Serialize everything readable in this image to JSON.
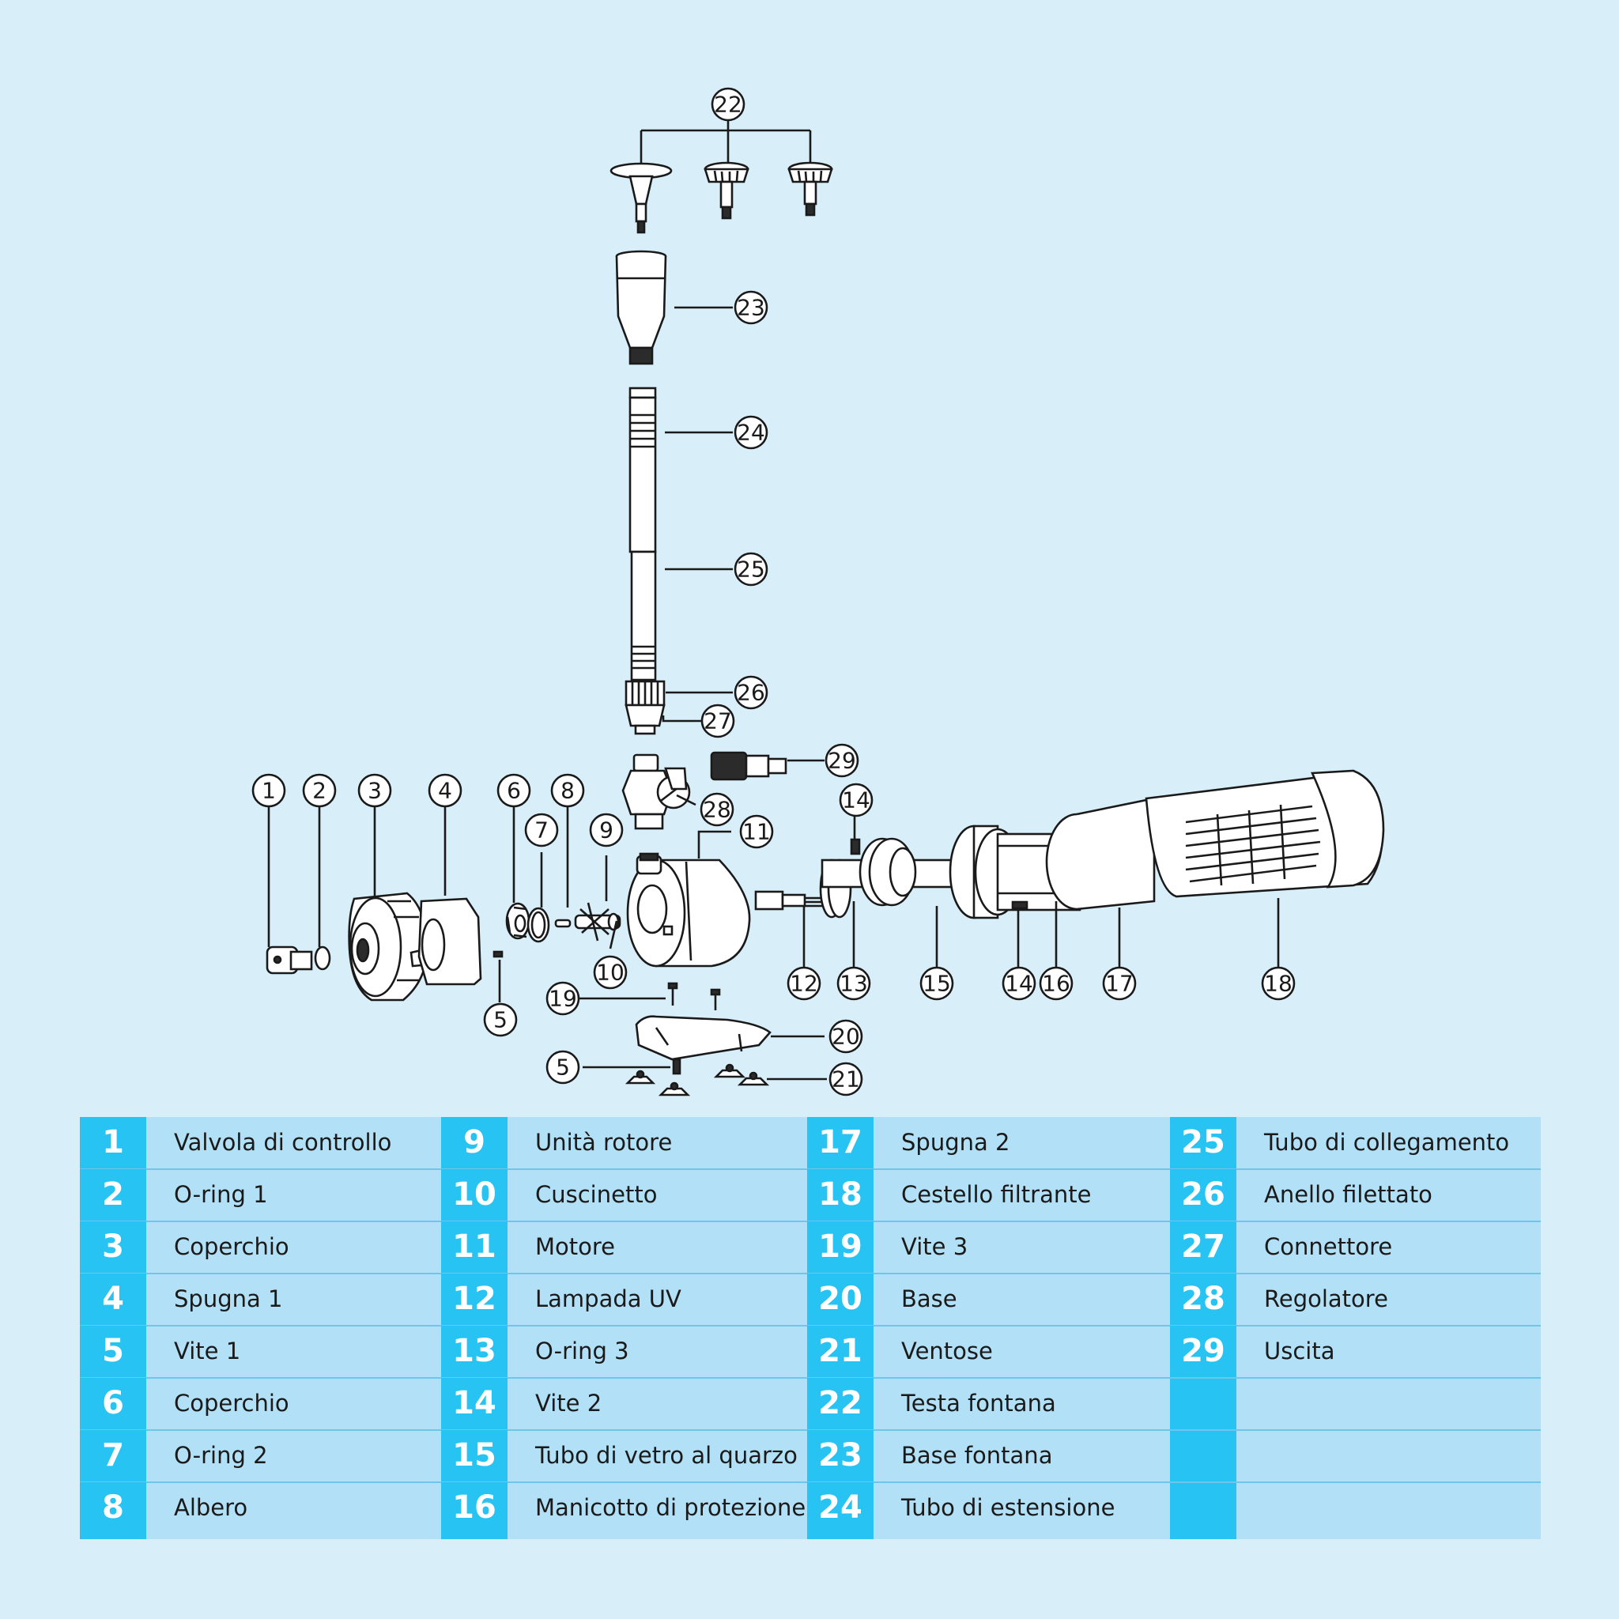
{
  "callouts": [
    {
      "id": "c1",
      "label": "1"
    },
    {
      "id": "c2",
      "label": "2"
    },
    {
      "id": "c3",
      "label": "3"
    },
    {
      "id": "c4",
      "label": "4"
    },
    {
      "id": "c5a",
      "label": "5"
    },
    {
      "id": "c5b",
      "label": "5"
    },
    {
      "id": "c6",
      "label": "6"
    },
    {
      "id": "c7",
      "label": "7"
    },
    {
      "id": "c8",
      "label": "8"
    },
    {
      "id": "c9",
      "label": "9"
    },
    {
      "id": "c10",
      "label": "10"
    },
    {
      "id": "c11",
      "label": "11"
    },
    {
      "id": "c12",
      "label": "12"
    },
    {
      "id": "c13",
      "label": "13"
    },
    {
      "id": "c14a",
      "label": "14"
    },
    {
      "id": "c14b",
      "label": "14"
    },
    {
      "id": "c15",
      "label": "15"
    },
    {
      "id": "c16",
      "label": "16"
    },
    {
      "id": "c17",
      "label": "17"
    },
    {
      "id": "c18",
      "label": "18"
    },
    {
      "id": "c19",
      "label": "19"
    },
    {
      "id": "c20",
      "label": "20"
    },
    {
      "id": "c21",
      "label": "21"
    },
    {
      "id": "c22",
      "label": "22"
    },
    {
      "id": "c23",
      "label": "23"
    },
    {
      "id": "c24",
      "label": "24"
    },
    {
      "id": "c25",
      "label": "25"
    },
    {
      "id": "c26",
      "label": "26"
    },
    {
      "id": "c27",
      "label": "27"
    },
    {
      "id": "c28",
      "label": "28"
    },
    {
      "id": "c29",
      "label": "29"
    }
  ],
  "legend": {
    "columns": [
      [
        {
          "num": "1",
          "label": "Valvola di controllo"
        },
        {
          "num": "2",
          "label": "O-ring 1"
        },
        {
          "num": "3",
          "label": "Coperchio"
        },
        {
          "num": "4",
          "label": "Spugna 1"
        },
        {
          "num": "5",
          "label": "Vite 1"
        },
        {
          "num": "6",
          "label": "Coperchio"
        },
        {
          "num": "7",
          "label": "O-ring 2"
        },
        {
          "num": "8",
          "label": "Albero"
        }
      ],
      [
        {
          "num": "9",
          "label": "Unità rotore"
        },
        {
          "num": "10",
          "label": "Cuscinetto"
        },
        {
          "num": "11",
          "label": "Motore"
        },
        {
          "num": "12",
          "label": "Lampada UV"
        },
        {
          "num": "13",
          "label": "O-ring 3"
        },
        {
          "num": "14",
          "label": "Vite 2"
        },
        {
          "num": "15",
          "label": "Tubo di vetro al quarzo"
        },
        {
          "num": "16",
          "label": "Manicotto di protezione"
        }
      ],
      [
        {
          "num": "17",
          "label": "Spugna 2"
        },
        {
          "num": "18",
          "label": "Cestello filtrante"
        },
        {
          "num": "19",
          "label": "Vite 3"
        },
        {
          "num": "20",
          "label": "Base"
        },
        {
          "num": "21",
          "label": "Ventose"
        },
        {
          "num": "22",
          "label": "Testa fontana"
        },
        {
          "num": "23",
          "label": "Base fontana"
        },
        {
          "num": "24",
          "label": "Tubo di estensione"
        }
      ],
      [
        {
          "num": "25",
          "label": "Tubo di collegamento"
        },
        {
          "num": "26",
          "label": "Anello filettato"
        },
        {
          "num": "27",
          "label": "Connettore"
        },
        {
          "num": "28",
          "label": "Regolatore"
        },
        {
          "num": "29",
          "label": "Uscita"
        }
      ]
    ]
  },
  "colors": {
    "background": "#d8eef8",
    "legend_cell": "#b2e0f6",
    "legend_number": "#27c3f3",
    "line": "#1a1a1a"
  }
}
